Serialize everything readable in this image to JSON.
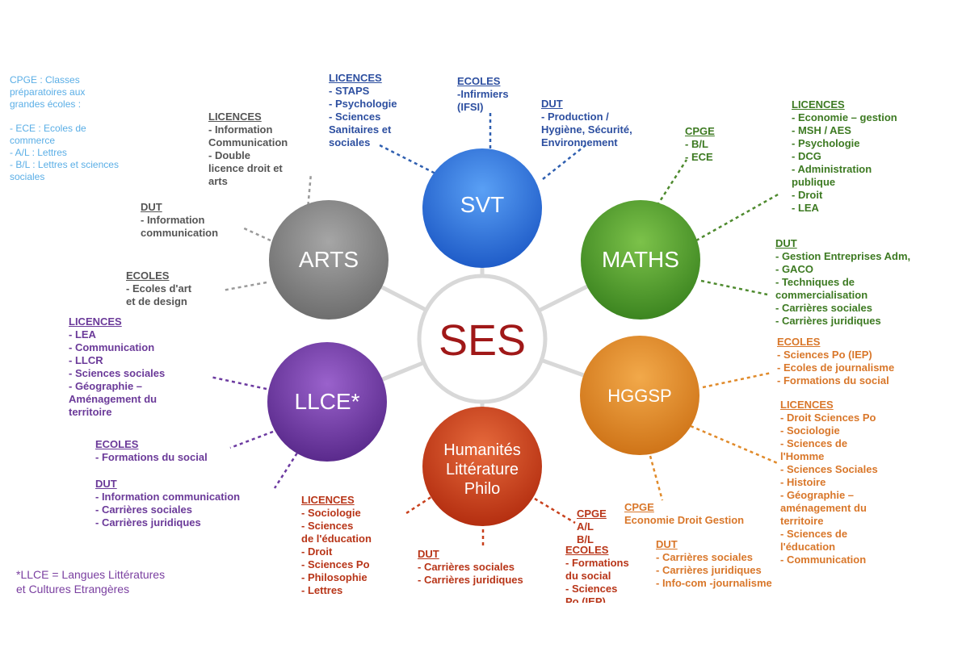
{
  "center": {
    "label": "SES"
  },
  "nodes": {
    "svt": {
      "label": "SVT"
    },
    "maths": {
      "label": "MATHS"
    },
    "arts": {
      "label": "ARTS"
    },
    "llce": {
      "label": "LLCE*"
    },
    "hggsp": {
      "label": "HGGSP"
    },
    "humanites": {
      "lines": [
        "Humanités",
        "Littérature",
        "Philo"
      ]
    }
  },
  "legend_cpge": {
    "lines": [
      "CPGE : Classes",
      "préparatoires aux",
      "grandes écoles :",
      "",
      "- ECE : Ecoles de",
      "commerce",
      "- A/L : Lettres",
      "- B/L : Lettres et sciences",
      "sociales"
    ]
  },
  "legend_llce": {
    "lines": [
      "*LLCE =  Langues Littératures",
      "et Cultures Etrangères"
    ]
  },
  "svt": {
    "licences": {
      "title": "LICENCES",
      "items": [
        "-         STAPS",
        "-       Psychologie",
        "-         Sciences",
        "Sanitaires et",
        "sociales"
      ]
    },
    "ecoles": {
      "title": "ECOLES",
      "items": [
        "-Infirmiers",
        "(IFSI)"
      ]
    },
    "dut": {
      "title": "DUT",
      "items": [
        "- Production /",
        "Hygiène, Sécurité,",
        "Environnement"
      ]
    }
  },
  "maths": {
    "cpge": {
      "title": "CPGE",
      "items": [
        "- B/L",
        "- ECE"
      ]
    },
    "licences": {
      "title": "LICENCES",
      "items": [
        "- Economie – gestion",
        "- MSH / AES",
        "- Psychologie",
        "- DCG",
        "- Administration",
        "publique",
        "- Droit",
        "- LEA"
      ]
    },
    "dut": {
      "title": "DUT",
      "items": [
        "- Gestion Entreprises Adm,",
        "- GACO",
        "- Techniques de",
        "commercialisation",
        "- Carrières sociales",
        "- Carrières juridiques"
      ]
    }
  },
  "hggsp": {
    "ecoles": {
      "title": "ECOLES",
      "items": [
        "- Sciences Po (IEP)",
        "- Ecoles de journalisme",
        "- Formations du social"
      ]
    },
    "licences": {
      "title": "LICENCES",
      "items": [
        "- Droit Sciences Po",
        "- Sociologie",
        "- Sciences de",
        "l'Homme",
        "- Sciences Sociales",
        "- Histoire",
        "- Géographie –",
        "aménagement du",
        "territoire",
        "- Sciences de",
        "l'éducation",
        "- Communication"
      ]
    },
    "cpge": {
      "title": "CPGE",
      "items": [
        "Economie Droit Gestion"
      ]
    },
    "dut": {
      "title": "DUT",
      "items": [
        "- Carrières sociales",
        "- Carrières juridiques",
        "- Info-com -journalisme"
      ]
    }
  },
  "arts": {
    "licences": {
      "title": "LICENCES",
      "items": [
        "-        Information",
        "Communication",
        "-        Double",
        "licence droit et",
        "arts"
      ]
    },
    "dut": {
      "title": "DUT",
      "items": [
        "-       Information",
        "communication"
      ]
    },
    "ecoles": {
      "title": "ECOLES",
      "items": [
        "- Ecoles d'art",
        "et de design"
      ]
    }
  },
  "llce": {
    "licences": {
      "title": "LICENCES",
      "items": [
        "- LEA",
        "- Communication",
        "- LLCR",
        "- Sciences sociales",
        "- Géographie –",
        "Aménagement du",
        "territoire"
      ]
    },
    "ecoles": {
      "title": "ECOLES",
      "items": [
        "- Formations du social"
      ]
    },
    "dut": {
      "title": "DUT",
      "items": [
        "- Information communication",
        "- Carrières sociales",
        "- Carrières juridiques"
      ]
    }
  },
  "humanites": {
    "licences": {
      "title": "LICENCES",
      "items": [
        "-        Sociologie",
        "-        Sciences",
        "de l'éducation",
        "-     Droit",
        "-     Sciences Po",
        "-      Philosophie",
        "-     Lettres"
      ]
    },
    "dut": {
      "title": "DUT",
      "items": [
        "- Carrières sociales",
        "- Carrières juridiques"
      ]
    },
    "cpge": {
      "title": "CPGE",
      "items": [
        "A/L",
        "B/L"
      ]
    },
    "ecoles": {
      "title": "ECOLES",
      "items": [
        "-     Formations",
        "du social",
        "-     Sciences",
        "Po (IEP)"
      ]
    }
  },
  "colors": {
    "svt": "#2f6fd8",
    "maths": "#4e9a2a",
    "arts": "#8a8a8a",
    "llce": "#6c3aa0",
    "hggsp": "#e08a2a",
    "humanites": "#c8401c",
    "center_text": "#a01818",
    "spokes": "#d8d8d8"
  }
}
